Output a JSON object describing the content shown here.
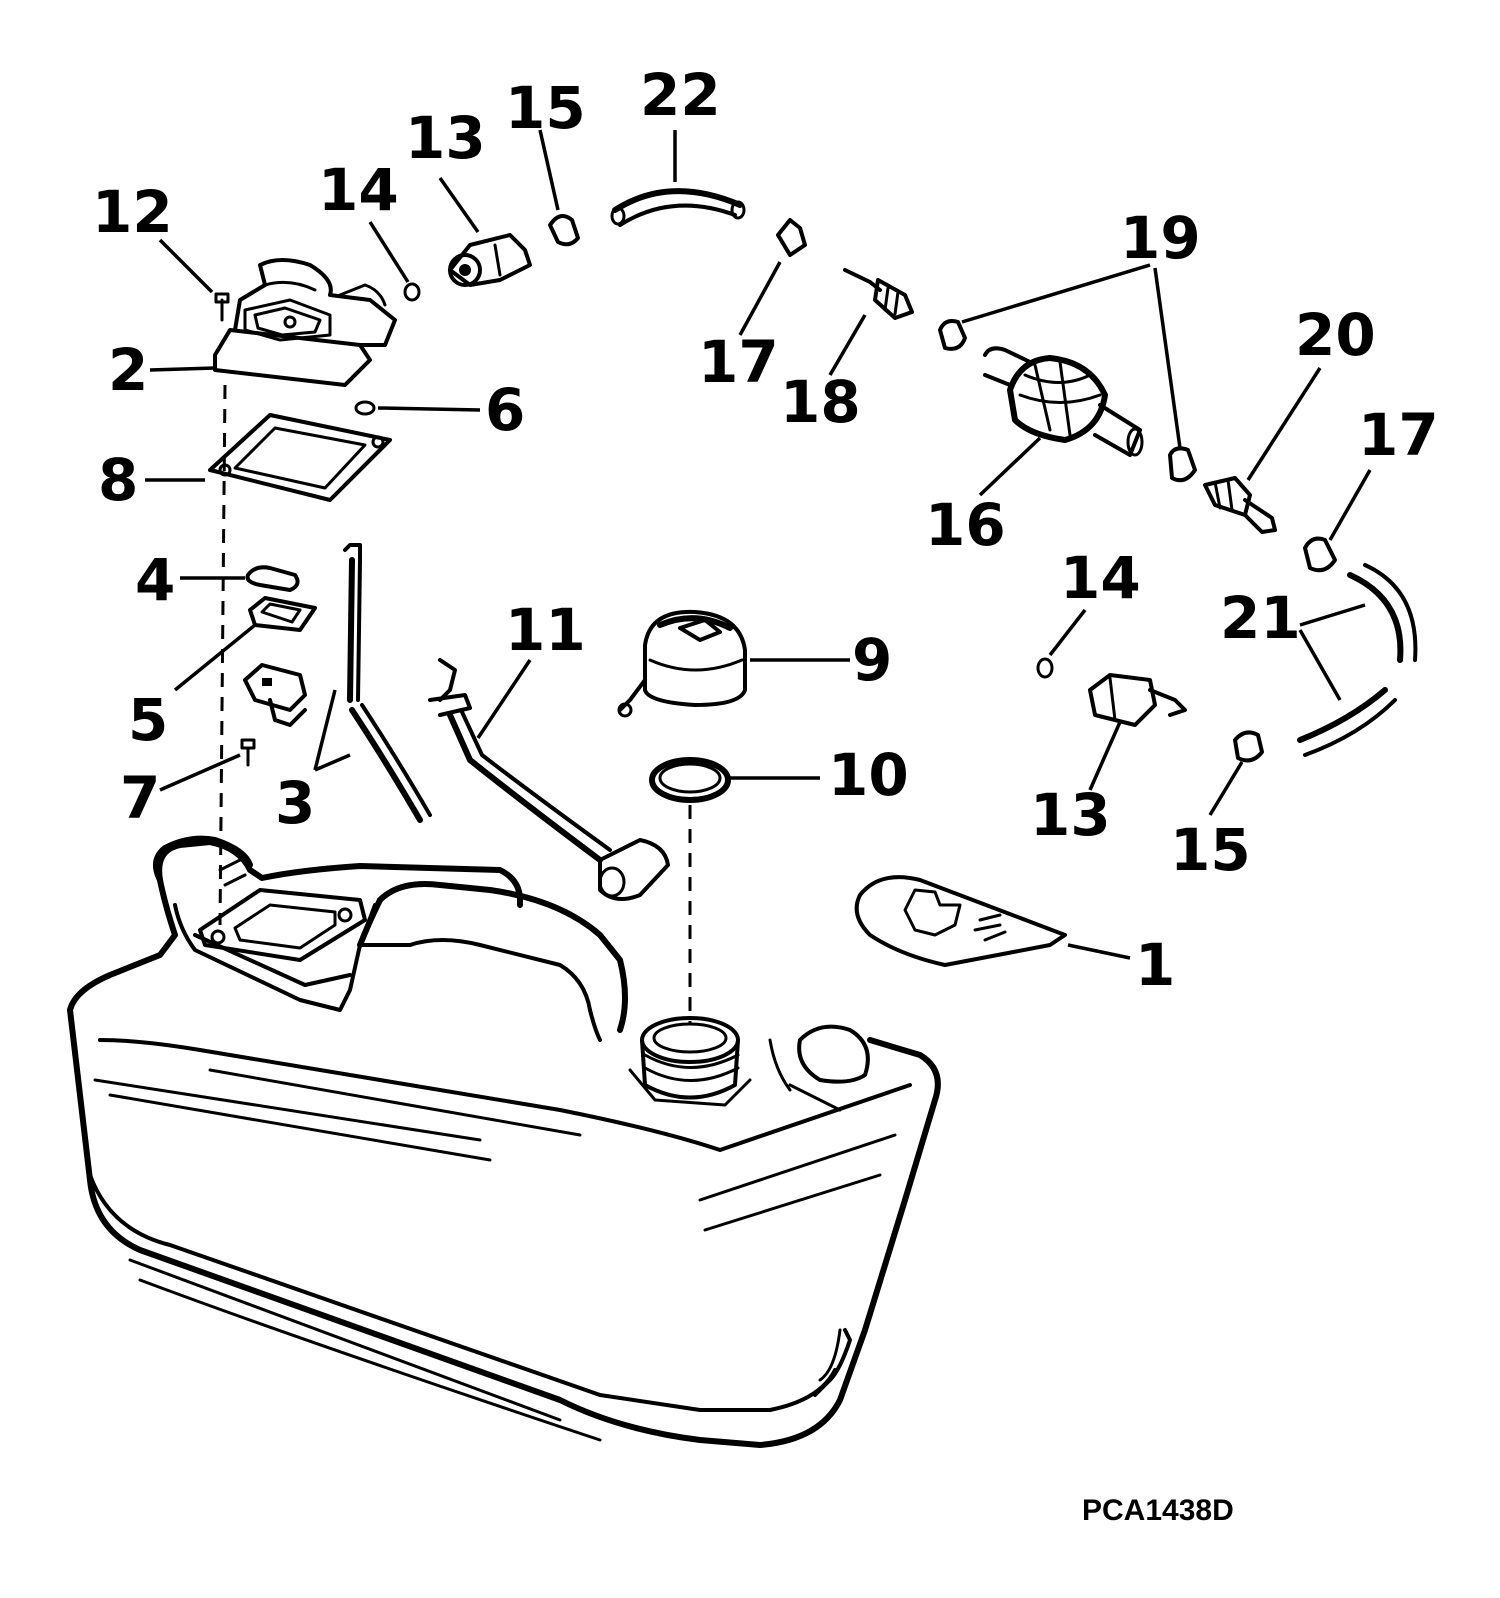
{
  "callouts": [
    {
      "id": "c12a",
      "text": "12"
    },
    {
      "id": "c14a",
      "text": "14"
    },
    {
      "id": "c13a",
      "text": "13"
    },
    {
      "id": "c15a",
      "text": "15"
    },
    {
      "id": "c22",
      "text": "22"
    },
    {
      "id": "c19",
      "text": "19"
    },
    {
      "id": "c2",
      "text": "2"
    },
    {
      "id": "c6",
      "text": "6"
    },
    {
      "id": "c17a",
      "text": "17"
    },
    {
      "id": "c18",
      "text": "18"
    },
    {
      "id": "c20",
      "text": "20"
    },
    {
      "id": "c17b",
      "text": "17"
    },
    {
      "id": "c8",
      "text": "8"
    },
    {
      "id": "c16",
      "text": "16"
    },
    {
      "id": "c4",
      "text": "4"
    },
    {
      "id": "c14b",
      "text": "14"
    },
    {
      "id": "c11",
      "text": "11"
    },
    {
      "id": "c21",
      "text": "21"
    },
    {
      "id": "c9",
      "text": "9"
    },
    {
      "id": "c5",
      "text": "5"
    },
    {
      "id": "c10",
      "text": "10"
    },
    {
      "id": "c7",
      "text": "7"
    },
    {
      "id": "c3",
      "text": "3"
    },
    {
      "id": "c13b",
      "text": "13"
    },
    {
      "id": "c15b",
      "text": "15"
    },
    {
      "id": "c1",
      "text": "1"
    }
  ],
  "drawing_code": "PCA1438D"
}
